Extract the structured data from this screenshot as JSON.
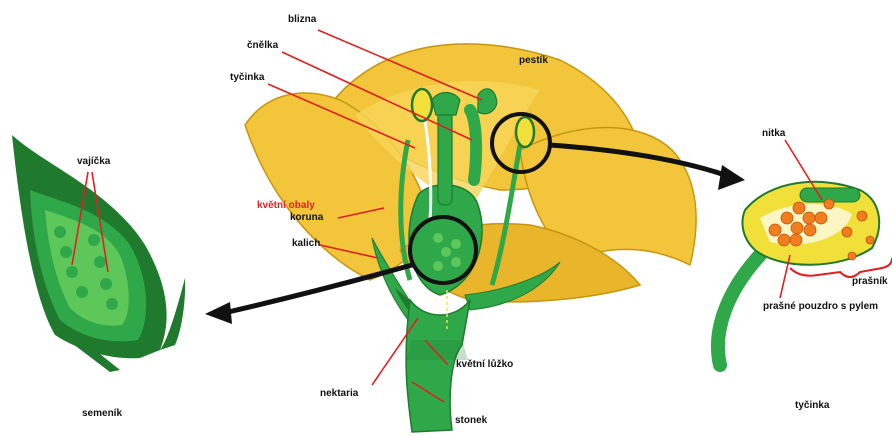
{
  "labels": {
    "blizna": "blizna",
    "cnelka": "čnělka",
    "tycinka": "tyčinka",
    "pestik": "pestík",
    "vajicka": "vajíčka",
    "kvetni_obaly": "květní obaly",
    "koruna": "koruna",
    "kalich": "kalich",
    "nitka": "nitka",
    "prasnik": "prašník",
    "prasne_pouzdro": "prašné pouzdro s pylem",
    "kvetni_luzko": "květní lůžko",
    "nektaria": "nektaria",
    "stonek": "stonek",
    "semenik": "semeník",
    "tycinka_caption": "tyčinka"
  },
  "colors": {
    "petal": "#f2c53a",
    "petal_edge": "#c8950f",
    "green_dark": "#1f7a2e",
    "green_mid": "#2fa84a",
    "green_light": "#5ec75a",
    "pointer_line": "#e02020",
    "red_label": "#d9262a",
    "pollen": "#f07d1e"
  },
  "icons": [
    "magnifier-circle-icon",
    "arrow-right-icon",
    "arrow-left-icon"
  ]
}
